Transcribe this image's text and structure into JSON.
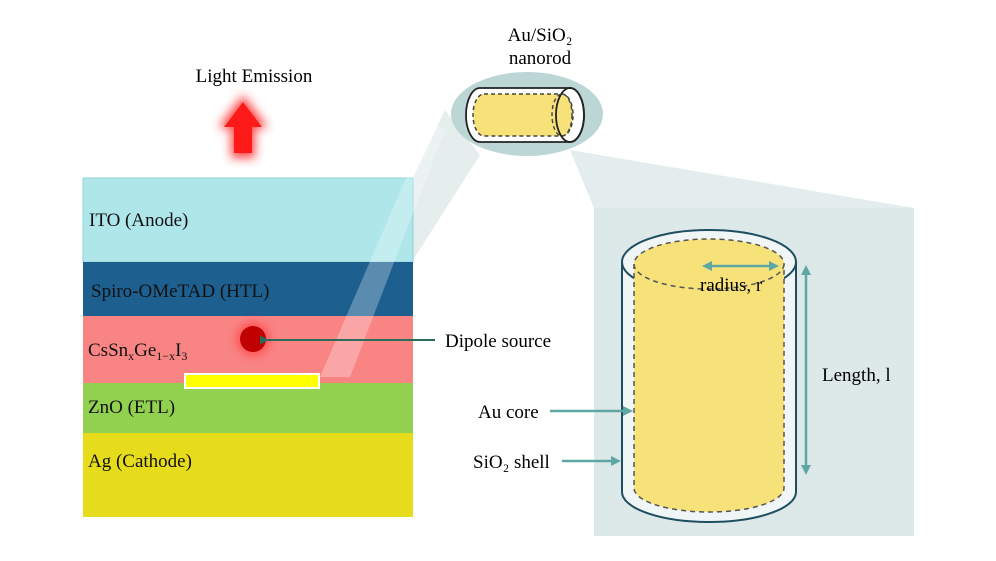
{
  "title_top": "Light Emission",
  "nanorod_label_line1": "Au/SiO₂",
  "nanorod_label_line2": "nanorod",
  "layers": [
    {
      "label": "ITO (Anode)",
      "color": "#aee6ea"
    },
    {
      "label": "Spiro-OMeTAD (HTL)",
      "color": "#1d5f8f"
    },
    {
      "label_prefix": "CsSn",
      "label_sub1": "x",
      "label_mid": "Ge",
      "label_sub2": "1−x",
      "label_end": "I",
      "label_sub3": "3",
      "color": "#f98484"
    },
    {
      "label": "ZnO (ETL)",
      "color": "#92d050"
    },
    {
      "label": "Ag (Cathode)",
      "color": "#e7dc1c"
    }
  ],
  "dipole_label": "Dipole source",
  "au_core_label": "Au core",
  "sio2_shell_label": "SiO₂ shell",
  "radius_label": "radius, r",
  "length_label": "Length, l",
  "colors": {
    "arrow_red": "#ff2020",
    "dipole": "#c00000",
    "nanorod_strip": "#ffff00",
    "gold_fill": "#f7e27a",
    "teal_arrow": "#5fa7a5",
    "zoom_panel": "#dce9e8",
    "ellipse_bg": "#bcd6d6"
  }
}
